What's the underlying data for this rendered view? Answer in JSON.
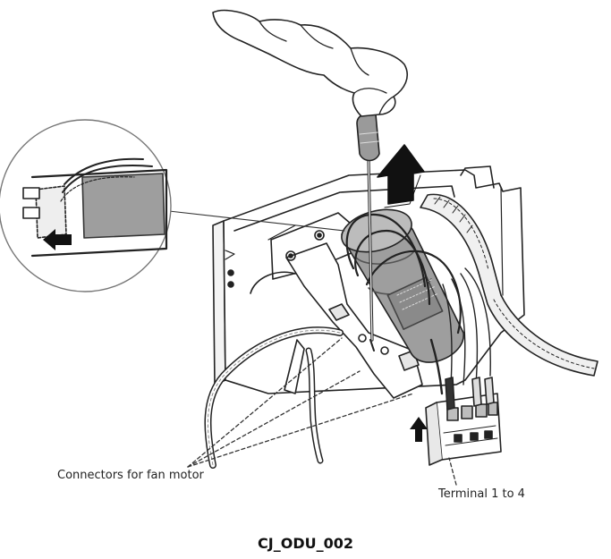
{
  "figure": {
    "labels": {
      "connectors": "Connectors for fan motor",
      "terminal": "Terminal 1 to 4"
    },
    "figure_id": "CJ_ODU_002"
  },
  "icons": [
    "hand-icon",
    "screwdriver-icon",
    "arrow-up-icon",
    "arrow-left-icon"
  ]
}
